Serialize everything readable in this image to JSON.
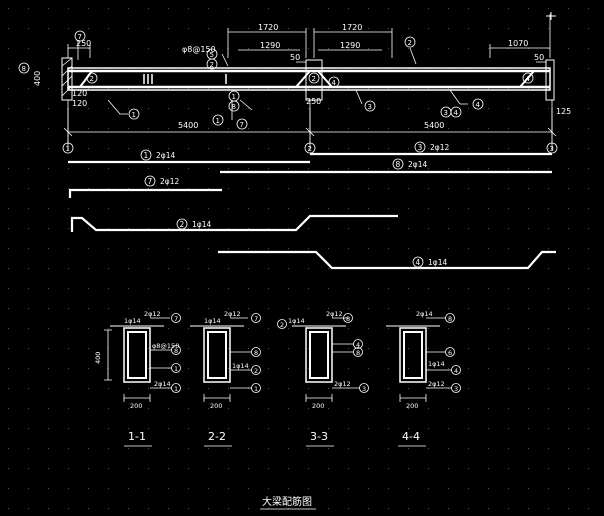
{
  "dims_top": {
    "d250": "250",
    "d1720a": "1720",
    "d1290a": "1290",
    "d50a": "50",
    "d1720b": "1720",
    "d1290b": "1290",
    "d1070": "1070",
    "d50b": "50",
    "d400": "400",
    "d120a": "120",
    "d120b": "120",
    "d250b": "250",
    "d125": "125",
    "span1": "5400",
    "span2": "5400",
    "stirrup": "φ8@150"
  },
  "markers": {
    "m1": "1",
    "m2": "2",
    "m3": "3",
    "m4": "4",
    "m5": "5",
    "m6": "6",
    "m7": "7",
    "m8": "8"
  },
  "axes": {
    "a1": "1",
    "a2": "2",
    "a3": "3"
  },
  "bars": {
    "b1": "2φ14",
    "b3": "2φ12",
    "b8": "2φ14",
    "b7": "2φ12",
    "b2": "1φ14",
    "b4": "1φ14"
  },
  "sections": [
    {
      "title": "1-1",
      "top": "2φ12",
      "bot": "2φ14",
      "mid": "φ8@150",
      "width": "200",
      "height": "400",
      "extra": "1φ14"
    },
    {
      "title": "2-2",
      "top": "2φ12",
      "bot": "",
      "mid": "",
      "width": "200",
      "height": "",
      "extra": "1φ14",
      "mid2": "1φ14"
    },
    {
      "title": "3-3",
      "top": "2φ12",
      "bot": "2φ12",
      "mid": "",
      "width": "200",
      "height": "",
      "extra": "1φ14"
    },
    {
      "title": "4-4",
      "top": "2φ14",
      "bot": "2φ12",
      "mid": "",
      "width": "200",
      "height": "",
      "extra": "1φ14"
    }
  ],
  "footer_title": "大梁配筋图"
}
